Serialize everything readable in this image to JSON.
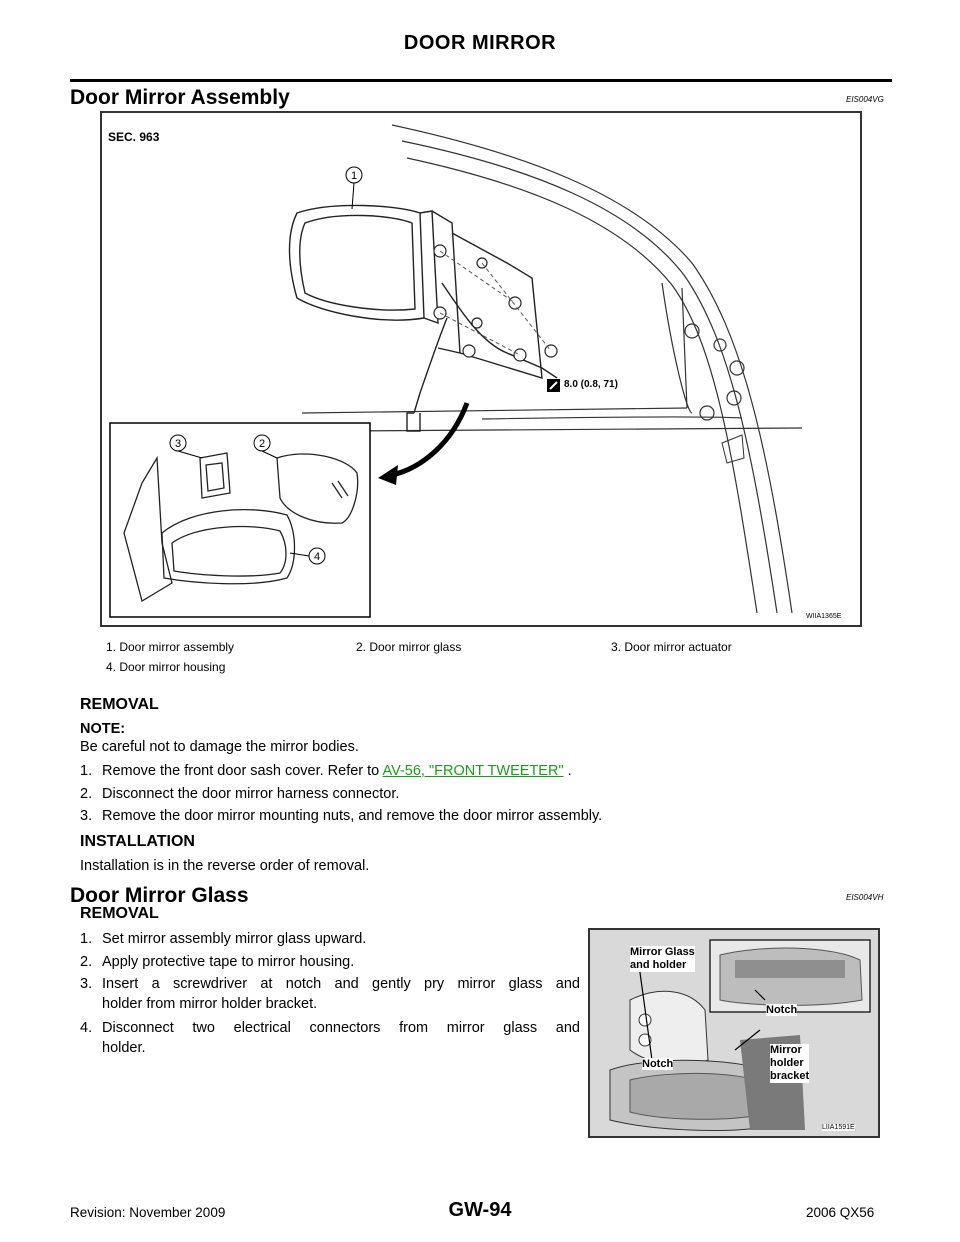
{
  "header": {
    "section_title": "DOOR MIRROR"
  },
  "section1": {
    "title": "Door Mirror Assembly",
    "code": "EIS004VG",
    "figure": {
      "sec_label": "SEC. 963",
      "torque_label": "8.0 (0.8, 71)",
      "figure_id": "WIIA1365E",
      "callouts": [
        "1",
        "2",
        "3",
        "4"
      ]
    },
    "legend": [
      "1.   Door mirror assembly",
      "2.   Door mirror glass",
      "3.   Door mirror actuator",
      "4.   Door mirror housing"
    ],
    "removal": {
      "heading": "REMOVAL",
      "note_label": "NOTE:",
      "note_text": "Be careful not to damage the mirror bodies.",
      "steps": [
        {
          "num": "1.",
          "text": "Remove the front door sash cover. Refer to ",
          "link": "AV-56, \"FRONT TWEETER\"",
          "after": " ."
        },
        {
          "num": "2.",
          "text": "Disconnect the door mirror harness connector."
        },
        {
          "num": "3.",
          "text": "Remove the door mirror mounting nuts, and remove the door mirror assembly."
        }
      ]
    },
    "installation": {
      "heading": "INSTALLATION",
      "text": "Installation is in the reverse order of removal."
    }
  },
  "section2": {
    "title": "Door Mirror Glass",
    "code": "EIS004VH",
    "removal": {
      "heading": "REMOVAL",
      "steps": [
        {
          "num": "1.",
          "line1": "Set mirror assembly mirror glass upward."
        },
        {
          "num": "2.",
          "line1": "Apply protective tape to mirror housing."
        },
        {
          "num": "3.",
          "line1": "Insert a screwdriver at notch and gently pry mirror glass and",
          "line2": "holder from mirror holder bracket."
        },
        {
          "num": "4.",
          "line1": "Disconnect two electrical connectors from mirror glass and",
          "line2": "holder."
        }
      ]
    },
    "figure": {
      "labels": {
        "mirror_glass_holder_1": "Mirror Glass",
        "mirror_glass_holder_2": "and holder",
        "notch_top": "Notch",
        "notch_left": "Notch",
        "bracket_1": "Mirror",
        "bracket_2": "holder",
        "bracket_3": "bracket"
      },
      "figure_id": "LIIA1591E"
    }
  },
  "footer": {
    "revision": "Revision: November 2009",
    "page": "GW-94",
    "model": "2006 QX56"
  }
}
